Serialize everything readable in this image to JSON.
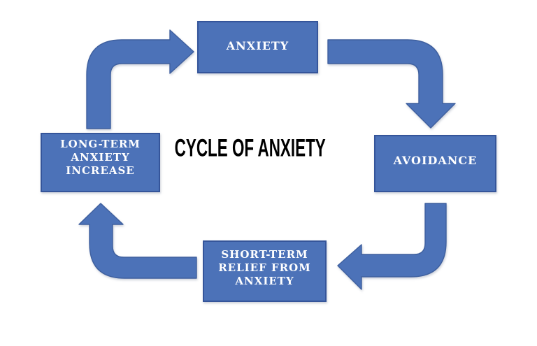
{
  "diagram": {
    "title": "CYCLE OF ANXIETY",
    "nodes": {
      "anxiety": {
        "label": "ANXIETY",
        "lines": [
          "ANXIETY"
        ]
      },
      "avoidance": {
        "label": "AVOIDANCE",
        "lines": [
          "AVOIDANCE"
        ]
      },
      "short_term_relief": {
        "label": "SHORT-TERM RELIEF FROM ANXIETY",
        "lines": [
          "SHORT-TERM",
          "RELIEF FROM",
          "ANXIETY"
        ]
      },
      "long_term_increase": {
        "label": "LONG-TERM ANXIETY INCREASE",
        "lines": [
          "LONG-TERM",
          "ANXIETY",
          "INCREASE"
        ]
      }
    },
    "arrows": [
      {
        "from": "long_term_increase",
        "to": "anxiety",
        "direction": "up-then-right"
      },
      {
        "from": "anxiety",
        "to": "avoidance",
        "direction": "right-then-down"
      },
      {
        "from": "avoidance",
        "to": "short_term_relief",
        "direction": "down-then-left"
      },
      {
        "from": "short_term_relief",
        "to": "long_term_increase",
        "direction": "left-then-up"
      }
    ],
    "colors": {
      "background": "#ffffff",
      "node_fill": "#4C72B8",
      "node_border": "#35559A",
      "node_text": "#ffffff",
      "arrow_fill": "#4C72B8",
      "arrow_outline": "#3E5F9E",
      "title_color": "#000000"
    }
  }
}
